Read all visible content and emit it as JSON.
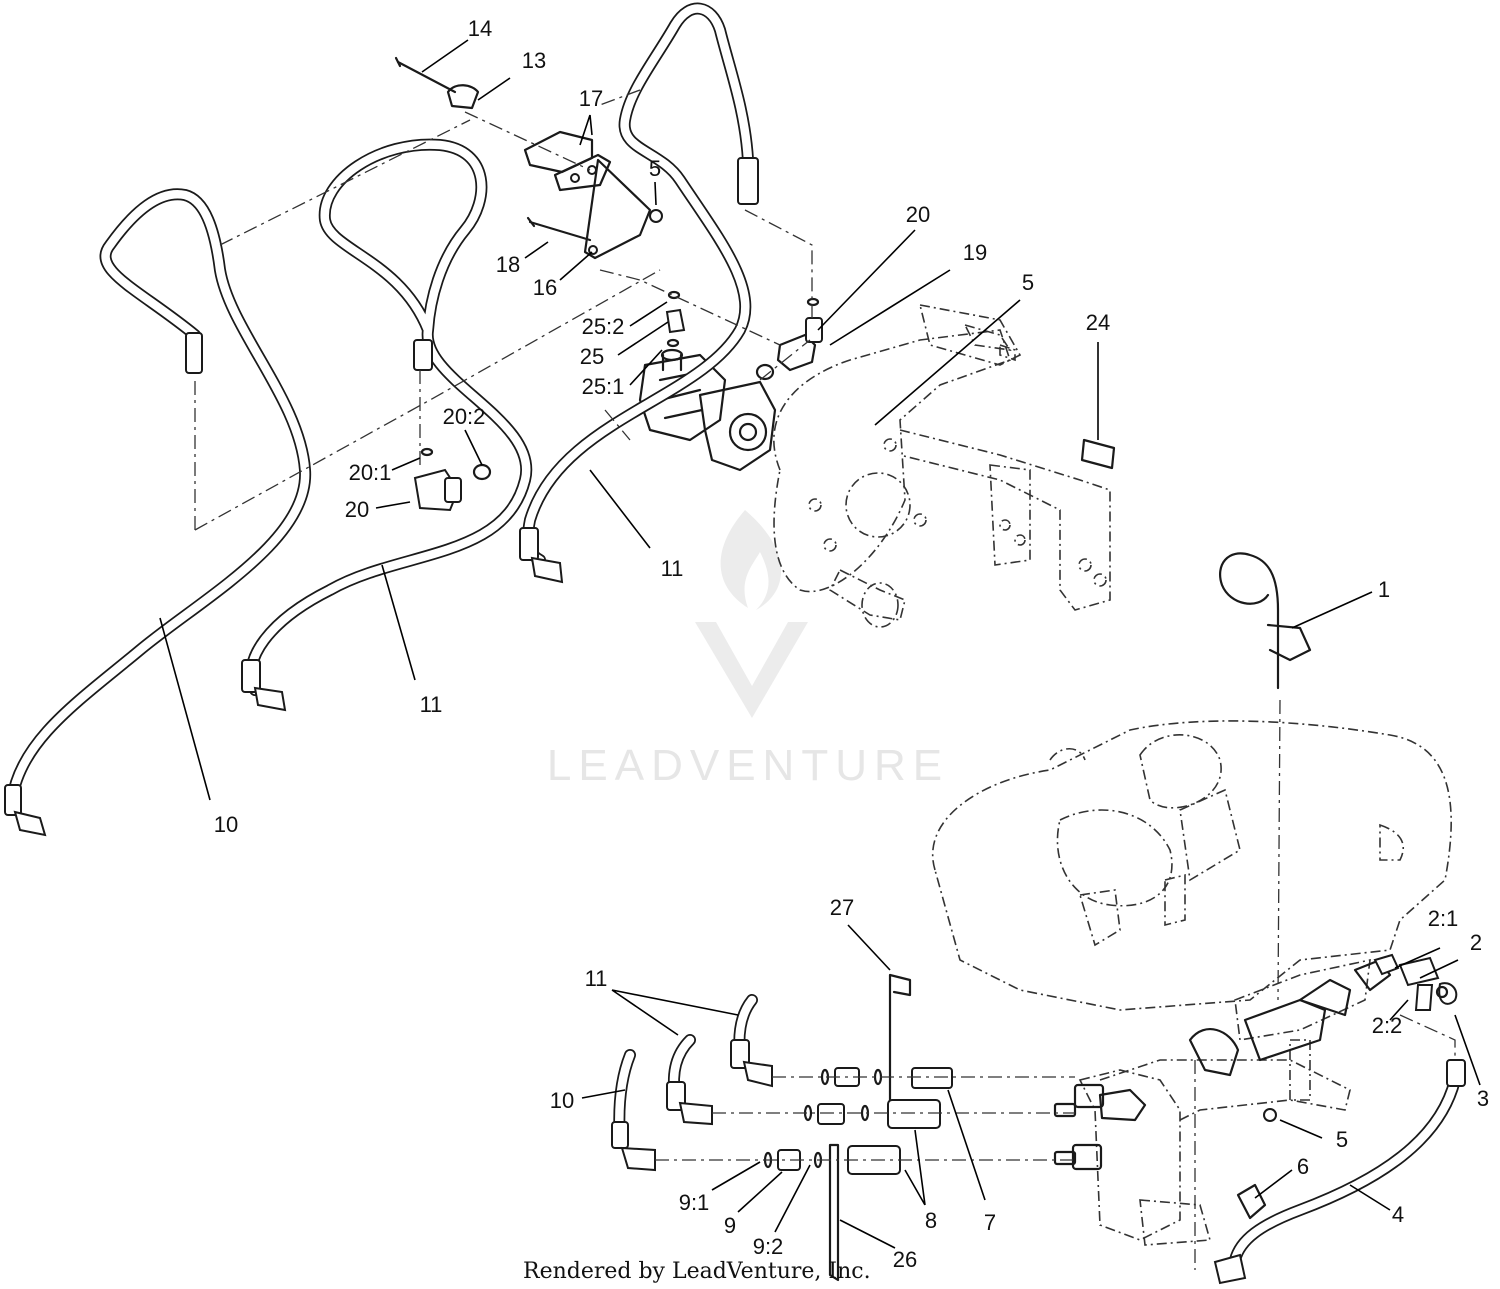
{
  "watermark": {
    "text": "LEADVENTURE"
  },
  "footer": {
    "credit": "Rendered by LeadVenture, Inc."
  },
  "callouts": {
    "c14": "14",
    "c13": "13",
    "c17": "17",
    "c5a": "5",
    "c18": "18",
    "c16": "16",
    "c20a": "20",
    "c19": "19",
    "c5b": "5",
    "c24": "24",
    "c25_2": "25:2",
    "c25": "25",
    "c25_1": "25:1",
    "c20_2": "20:2",
    "c20_1": "20:1",
    "c20b": "20",
    "c11a": "11",
    "c11b": "11",
    "c10a": "10",
    "c1": "1",
    "c27": "27",
    "c11c": "11",
    "c10b": "10",
    "c2_1": "2:1",
    "c2": "2",
    "c2_2": "2:2",
    "c3": "3",
    "c5c": "5",
    "c6": "6",
    "c4": "4",
    "c7": "7",
    "c8": "8",
    "c9_1": "9:1",
    "c9": "9",
    "c9_2": "9:2",
    "c26": "26"
  }
}
